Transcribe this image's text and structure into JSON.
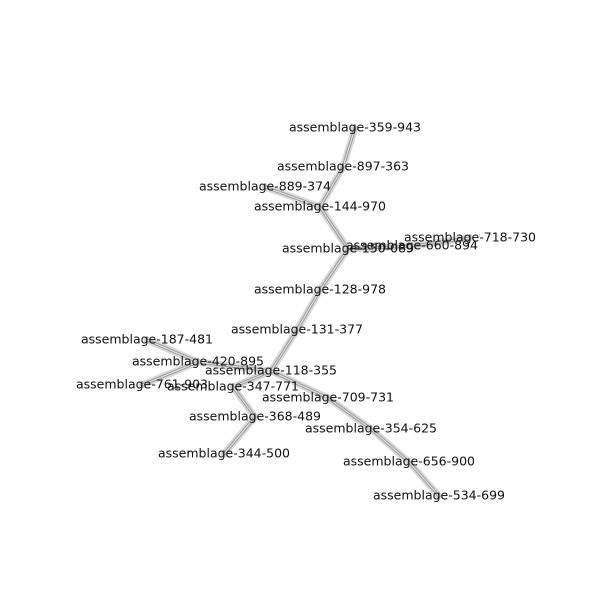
{
  "graph": {
    "nodes": [
      {
        "id": "n1",
        "label": "assemblage-359-943"
      },
      {
        "id": "n2",
        "label": "assemblage-897-363"
      },
      {
        "id": "n3",
        "label": "assemblage-889-374"
      },
      {
        "id": "n4",
        "label": "assemblage-144-970"
      },
      {
        "id": "n5",
        "label": "assemblage-718-730"
      },
      {
        "id": "n6",
        "label": "assemblage-660-894"
      },
      {
        "id": "n7",
        "label": "assemblage-150-089"
      },
      {
        "id": "n8",
        "label": "assemblage-128-978"
      },
      {
        "id": "n9",
        "label": "assemblage-131-377"
      },
      {
        "id": "n10",
        "label": "assemblage-187-481"
      },
      {
        "id": "n11",
        "label": "assemblage-420-895"
      },
      {
        "id": "n12",
        "label": "assemblage-118-355"
      },
      {
        "id": "n13",
        "label": "assemblage-761-903"
      },
      {
        "id": "n14",
        "label": "assemblage-347-771"
      },
      {
        "id": "n15",
        "label": "assemblage-709-731"
      },
      {
        "id": "n16",
        "label": "assemblage-368-489"
      },
      {
        "id": "n17",
        "label": "assemblage-354-625"
      },
      {
        "id": "n18",
        "label": "assemblage-344-500"
      },
      {
        "id": "n19",
        "label": "assemblage-656-900"
      },
      {
        "id": "n20",
        "label": "assemblage-534-699"
      }
    ],
    "edges": [
      [
        "n1",
        "n2"
      ],
      [
        "n2",
        "n4"
      ],
      [
        "n3",
        "n4"
      ],
      [
        "n4",
        "n7"
      ],
      [
        "n7",
        "n6"
      ],
      [
        "n6",
        "n5"
      ],
      [
        "n7",
        "n8"
      ],
      [
        "n8",
        "n9"
      ],
      [
        "n9",
        "n12"
      ],
      [
        "n10",
        "n11"
      ],
      [
        "n11",
        "n12"
      ],
      [
        "n13",
        "n11"
      ],
      [
        "n12",
        "n14"
      ],
      [
        "n12",
        "n15"
      ],
      [
        "n15",
        "n17"
      ],
      [
        "n17",
        "n19"
      ],
      [
        "n19",
        "n20"
      ],
      [
        "n14",
        "n16"
      ],
      [
        "n16",
        "n18"
      ]
    ]
  }
}
